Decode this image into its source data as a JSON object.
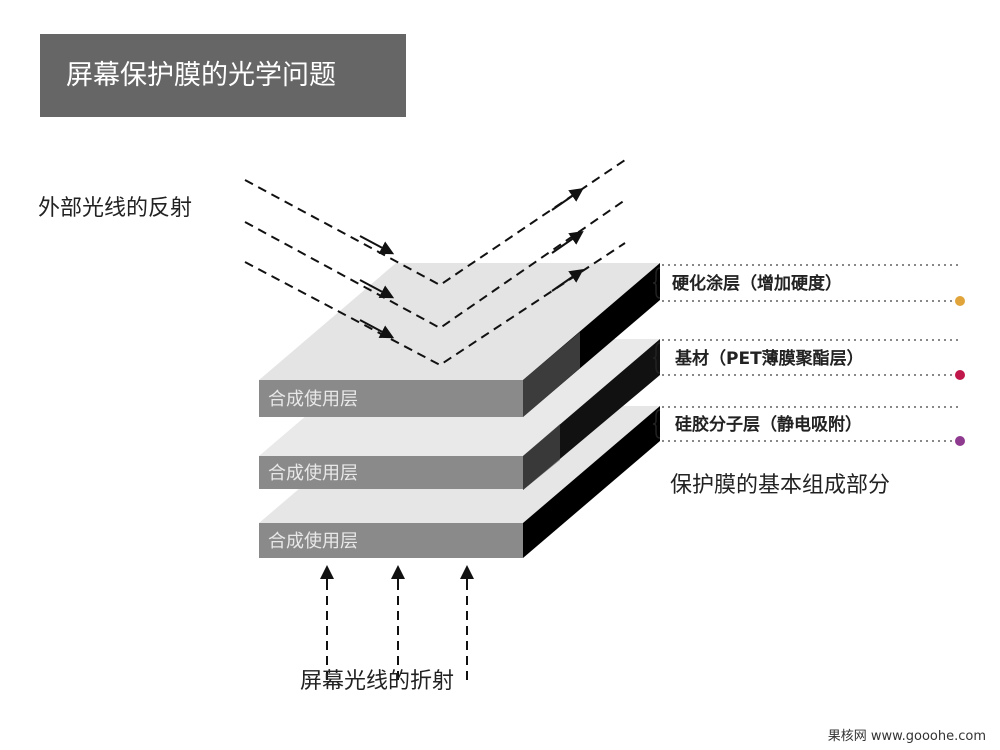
{
  "title": "屏幕保护膜的光学问题",
  "reflection_label": "外部光线的反射",
  "refraction_label": "屏幕光线的折射",
  "layer_label": "合成使用层",
  "composition_caption": "保护膜的基本组成部分",
  "components": [
    {
      "label": "硬化涂层（增加硬度）",
      "color": "#e0a43a"
    },
    {
      "label": "基材（PET薄膜聚酯层）",
      "color": "#c0184a"
    },
    {
      "label": "硅胶分子层（静电吸附）",
      "color": "#8e3a8e"
    }
  ],
  "watermark": "果核网  www.gooohe.com"
}
